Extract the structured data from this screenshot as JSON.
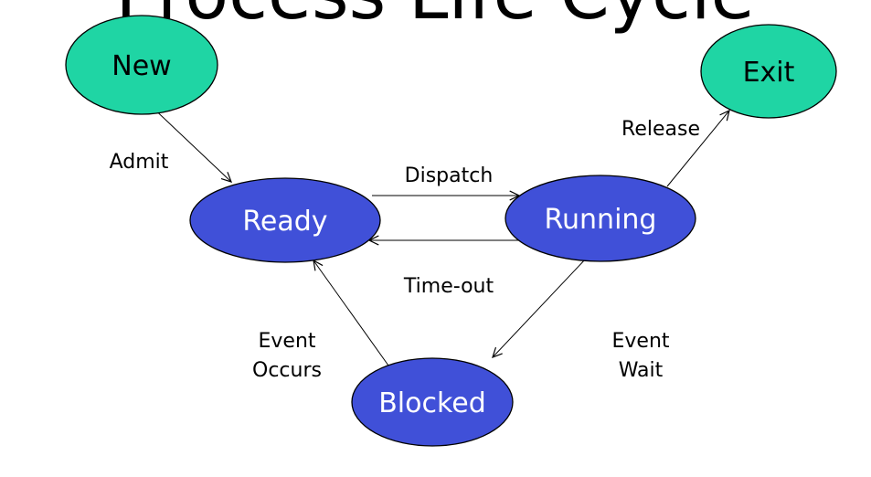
{
  "title": "Process Life Cycle",
  "colors": {
    "terminal_state": "#1fd5a4",
    "active_state": "#4050d8",
    "terminal_text": "#000000",
    "active_text": "#ffffff"
  },
  "states": [
    {
      "id": "new",
      "label": "New",
      "kind": "terminal"
    },
    {
      "id": "exit",
      "label": "Exit",
      "kind": "terminal"
    },
    {
      "id": "ready",
      "label": "Ready",
      "kind": "active"
    },
    {
      "id": "running",
      "label": "Running",
      "kind": "active"
    },
    {
      "id": "blocked",
      "label": "Blocked",
      "kind": "active"
    }
  ],
  "transitions": [
    {
      "id": "admit",
      "from": "new",
      "to": "ready",
      "label": [
        "Admit"
      ]
    },
    {
      "id": "dispatch",
      "from": "ready",
      "to": "running",
      "label": [
        "Dispatch"
      ]
    },
    {
      "id": "timeout",
      "from": "running",
      "to": "ready",
      "label": [
        "Time-out"
      ]
    },
    {
      "id": "release",
      "from": "running",
      "to": "exit",
      "label": [
        "Release"
      ]
    },
    {
      "id": "event-wait",
      "from": "running",
      "to": "blocked",
      "label": [
        "Event",
        "Wait"
      ]
    },
    {
      "id": "event-occurs",
      "from": "blocked",
      "to": "ready",
      "label": [
        "Event",
        "Occurs"
      ]
    }
  ]
}
